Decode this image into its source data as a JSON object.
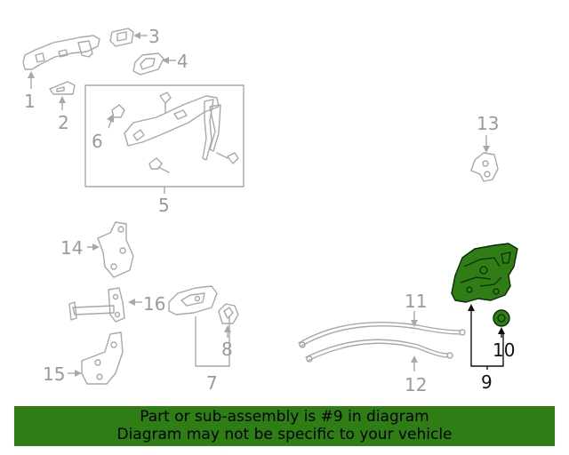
{
  "callouts": {
    "c1": "1",
    "c2": "2",
    "c3": "3",
    "c4": "4",
    "c5": "5",
    "c6": "6",
    "c7": "7",
    "c8": "8",
    "c9": "9",
    "c10": "10",
    "c11": "11",
    "c12": "12",
    "c13": "13",
    "c14": "14",
    "c15": "15",
    "c16": "16"
  },
  "highlighted_part": "9",
  "colors": {
    "highlight": "#2e7d15",
    "banner": "#2e7d15",
    "inactive": "#9a9a9a"
  },
  "banner": {
    "line1": "Part or sub-assembly is #9 in diagram",
    "line2": "Diagram may not be specific to your vehicle"
  }
}
